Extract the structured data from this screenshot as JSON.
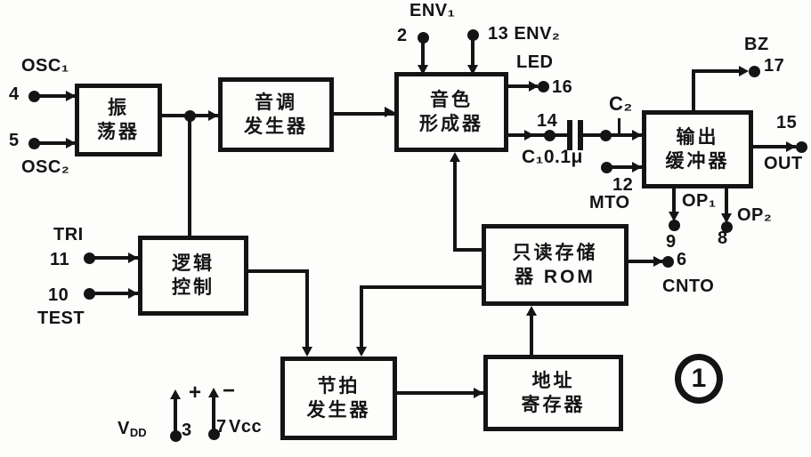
{
  "figure": {
    "number": "1"
  },
  "colors": {
    "ink": "#141414",
    "paper": "#fdfdfb"
  },
  "blocks": {
    "oscillator": {
      "line1": "振",
      "line2": "荡器"
    },
    "tone_generator": {
      "line1": "音调",
      "line2": "发生器"
    },
    "timbre_former": {
      "line1": "音色",
      "line2": "形成器"
    },
    "output_buffer": {
      "line1": "输出",
      "line2": "缓冲器"
    },
    "logic_control": {
      "line1": "逻辑",
      "line2": "控制"
    },
    "rom": {
      "line1": "只读存储",
      "line2": "器  ROM"
    },
    "beat_generator": {
      "line1": "节拍",
      "line2": "发生器"
    },
    "address_register": {
      "line1": "地址",
      "line2": "寄存器"
    }
  },
  "pins": {
    "osc1": {
      "num": "4",
      "name": "OSC₁"
    },
    "osc2": {
      "num": "5",
      "name": "OSC₂"
    },
    "env1": {
      "num": "2",
      "name": "ENV₁"
    },
    "env2": {
      "num": "13",
      "name": "ENV₂"
    },
    "led": {
      "num": "16",
      "name": "LED"
    },
    "p14": {
      "num": "14"
    },
    "c2": {
      "name": "C₂"
    },
    "c1": {
      "name": "C₁0.1μ"
    },
    "mto": {
      "num": "12",
      "name": "MTO"
    },
    "bz": {
      "num": "17",
      "name": "BZ"
    },
    "out": {
      "num": "15",
      "name": "OUT"
    },
    "op1": {
      "num": "9",
      "name": "OP₁"
    },
    "op2": {
      "num": "8",
      "name": "OP₂"
    },
    "tri": {
      "num": "11",
      "name": "TRI"
    },
    "test": {
      "num": "10",
      "name": "TEST"
    },
    "cnto": {
      "num": "6",
      "name": "CNTO"
    },
    "vdd": {
      "num": "3",
      "name": "V",
      "sub": "DD",
      "sign": "+"
    },
    "vcc": {
      "num": "7",
      "name": "Vcc",
      "sign": "−"
    }
  }
}
